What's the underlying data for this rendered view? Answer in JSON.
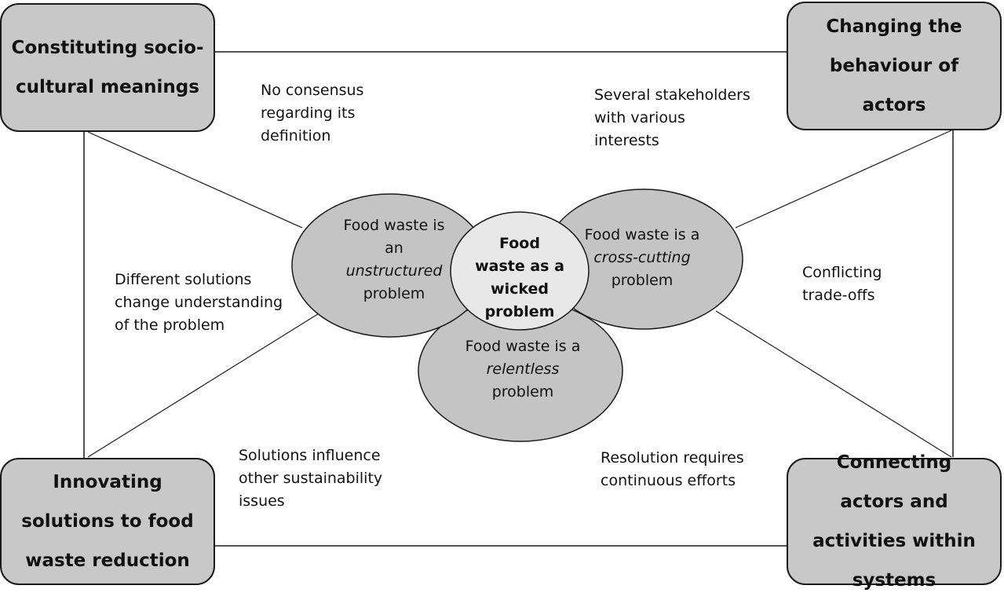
{
  "corners": {
    "top_left": "Constituting socio-cultural meanings",
    "top_right": "Changing the behaviour of actors",
    "bottom_left": "Innovating solutions to food waste reduction",
    "bottom_right": "Connecting actors and activities within systems"
  },
  "notes": {
    "top_left": "No consensus regarding its definition",
    "top_right": "Several stakeholders with various interests",
    "left": "Different solutions change understanding of the problem",
    "right": "Conflicting trade-offs",
    "bottom_left": "Solutions influence other sustainability issues",
    "bottom_right": "Resolution requires continuous efforts"
  },
  "bubbles": {
    "left": {
      "prefix": "Food waste is an",
      "emphasis": "unstructured",
      "suffix": "problem"
    },
    "right": {
      "prefix": "Food waste is a",
      "emphasis": "cross-cutting",
      "suffix": "problem"
    },
    "bottom": {
      "prefix": "Food waste is a",
      "emphasis": "relentless",
      "suffix": "problem"
    }
  },
  "center": {
    "label": "Food waste as a wicked problem"
  },
  "colors": {
    "box_fill": "#c8c8c8",
    "ellipse_fill": "#c4c4c4",
    "center_fill": "#e8e8e8",
    "stroke": "#1a1a1a"
  }
}
